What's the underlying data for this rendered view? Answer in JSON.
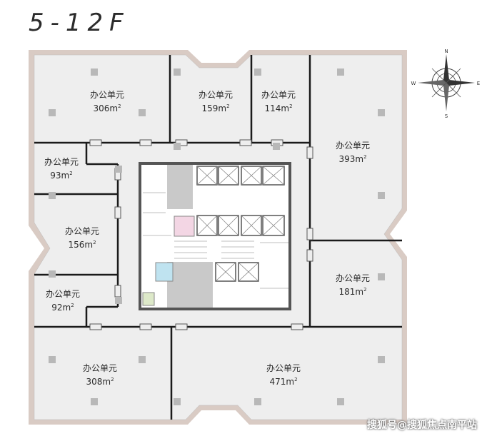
{
  "floor": {
    "title": "5-12F"
  },
  "units": [
    {
      "name": "办公单元",
      "area": "306",
      "unit": "m",
      "sup": "2"
    },
    {
      "name": "办公单元",
      "area": "159",
      "unit": "m",
      "sup": "2"
    },
    {
      "name": "办公单元",
      "area": "114",
      "unit": "m",
      "sup": "2"
    },
    {
      "name": "办公单元",
      "area": "393",
      "unit": "m",
      "sup": "2"
    },
    {
      "name": "办公单元",
      "area": "93",
      "unit": "m",
      "sup": "2"
    },
    {
      "name": "办公单元",
      "area": "156",
      "unit": "m",
      "sup": "2"
    },
    {
      "name": "办公单元",
      "area": "92",
      "unit": "m",
      "sup": "2"
    },
    {
      "name": "办公单元",
      "area": "181",
      "unit": "m",
      "sup": "2"
    },
    {
      "name": "办公单元",
      "area": "308",
      "unit": "m",
      "sup": "2"
    },
    {
      "name": "办公单元",
      "area": "471",
      "unit": "m",
      "sup": "2"
    }
  ],
  "compass": {
    "n": "N",
    "s": "S",
    "e": "E",
    "w": "W",
    "icon": "compass-rose-icon"
  },
  "watermark": "搜狐号@搜狐焦点南平站",
  "colors": {
    "floor_fill": "#eeeeee",
    "outer_wall": "#d9cbc4",
    "wall": "#1a1a1a",
    "core_dark": "#555555",
    "stair_fill": "#c9c9c9",
    "pink_room": "#f3d6e4",
    "blue_room": "#bfe3f0",
    "green_room": "#dde9c9",
    "column": "#b8b8b8"
  }
}
